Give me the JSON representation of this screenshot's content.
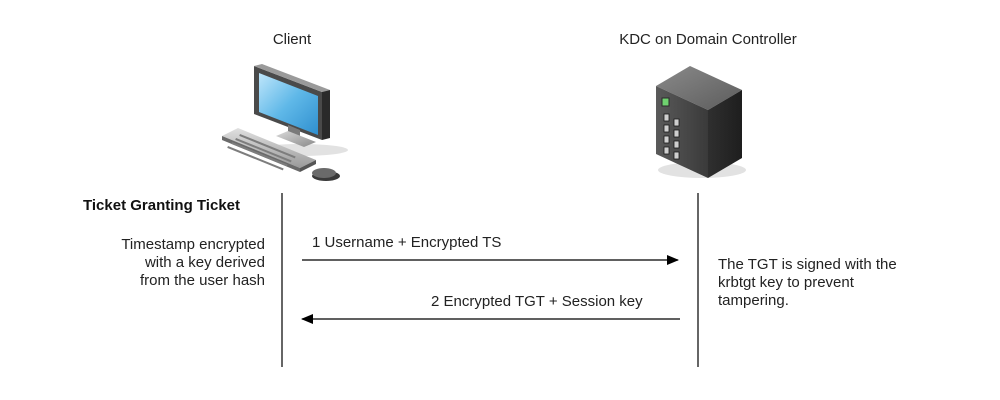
{
  "actors": {
    "client": {
      "label": "Client",
      "icon": "desktop-computer-icon"
    },
    "kdc": {
      "label": "KDC on Domain Controller",
      "icon": "server-tower-icon"
    }
  },
  "section": {
    "title": "Ticket Granting Ticket"
  },
  "notes": {
    "left": [
      "Timestamp encrypted",
      "with a key derived",
      "from the user hash"
    ],
    "right": [
      "The TGT is signed with the",
      "krbtgt key to prevent",
      "tampering."
    ]
  },
  "messages": [
    {
      "number": "1",
      "label": "1 Username + Encrypted TS",
      "direction": "client-to-kdc"
    },
    {
      "number": "2",
      "label": "2 Encrypted TGT + Session key",
      "direction": "kdc-to-client"
    }
  ],
  "colors": {
    "line": "#000000",
    "monitor_screen": "#5fb8e8",
    "server_body": "#3b3b3b",
    "server_led": "#6fd26f"
  }
}
